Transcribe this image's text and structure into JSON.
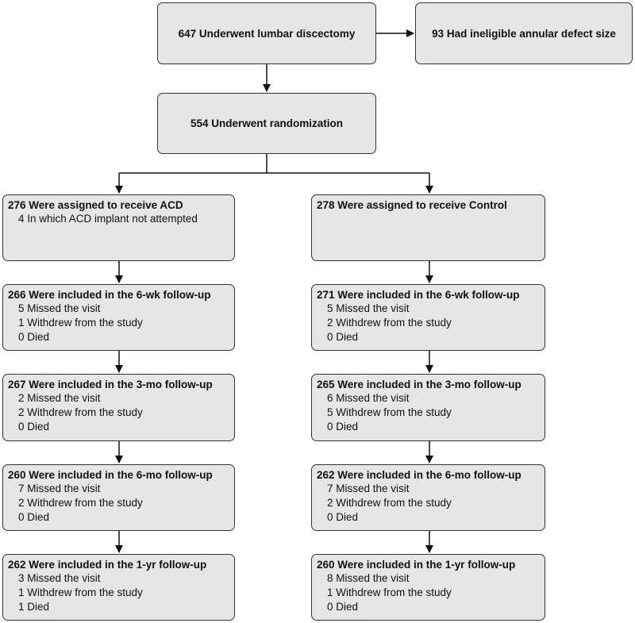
{
  "top": {
    "discectomy": "647 Underwent lumbar discectomy",
    "ineligible": "93 Had ineligible annular defect size",
    "randomization": "554 Underwent randomization"
  },
  "left": [
    {
      "title": "276 Were assigned to receive ACD",
      "lines": [
        "4 In which ACD implant not attempted"
      ]
    },
    {
      "title": "266 Were included in the 6-wk follow-up",
      "lines": [
        "5 Missed the visit",
        "1 Withdrew from the study",
        "0 Died"
      ]
    },
    {
      "title": "267 Were included in the 3-mo follow-up",
      "lines": [
        "2 Missed the visit",
        "2 Withdrew from the study",
        "0 Died"
      ]
    },
    {
      "title": "260 Were included in the 6-mo follow-up",
      "lines": [
        "7 Missed the visit",
        "2 Withdrew from the study",
        "0 Died"
      ]
    },
    {
      "title": "262 Were included in the 1-yr follow-up",
      "lines": [
        "3 Missed the visit",
        "1 Withdrew from the study",
        "1 Died"
      ]
    }
  ],
  "right": [
    {
      "title": "278 Were assigned to receive Control",
      "lines": []
    },
    {
      "title": "271 Were included in the 6-wk follow-up",
      "lines": [
        "5 Missed the visit",
        "2 Withdrew from the study",
        "0 Died"
      ]
    },
    {
      "title": "265 Were included in the 3-mo follow-up",
      "lines": [
        "6 Missed the visit",
        "5 Withdrew from the study",
        "0 Died"
      ]
    },
    {
      "title": "262 Were included in the 6-mo follow-up",
      "lines": [
        "7 Missed the visit",
        "2 Withdrew from the study",
        "0 Died"
      ]
    },
    {
      "title": "260 Were included in the 1-yr follow-up",
      "lines": [
        "8 Missed the visit",
        "1 Withdrew from the study",
        "0 Died"
      ]
    }
  ]
}
